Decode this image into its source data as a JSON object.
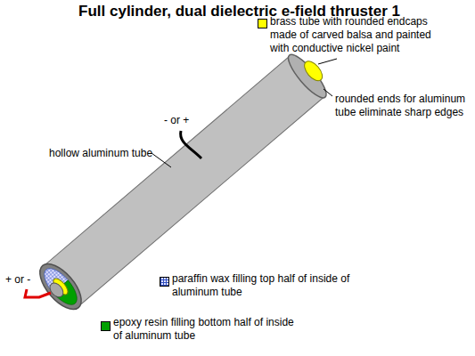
{
  "diagram": {
    "title": "Full cylinder, dual dielectric e-field thruster 1",
    "labels": [
      "hollow aluminum tube",
      "- or +",
      "rounded ends for aluminum tube eliminate sharp edges",
      "+ or -"
    ],
    "legend": [
      {
        "text": "brass tube with rounded endcaps made of carved balsa and painted with conductive nickel paint",
        "color": "#ffff00"
      },
      {
        "text": "paraffin wax filling top half of inside of aluminum tube"
      },
      {
        "text": "epoxy resin filling bottom half of inside of aluminum tube",
        "color": "#00a000"
      }
    ]
  }
}
